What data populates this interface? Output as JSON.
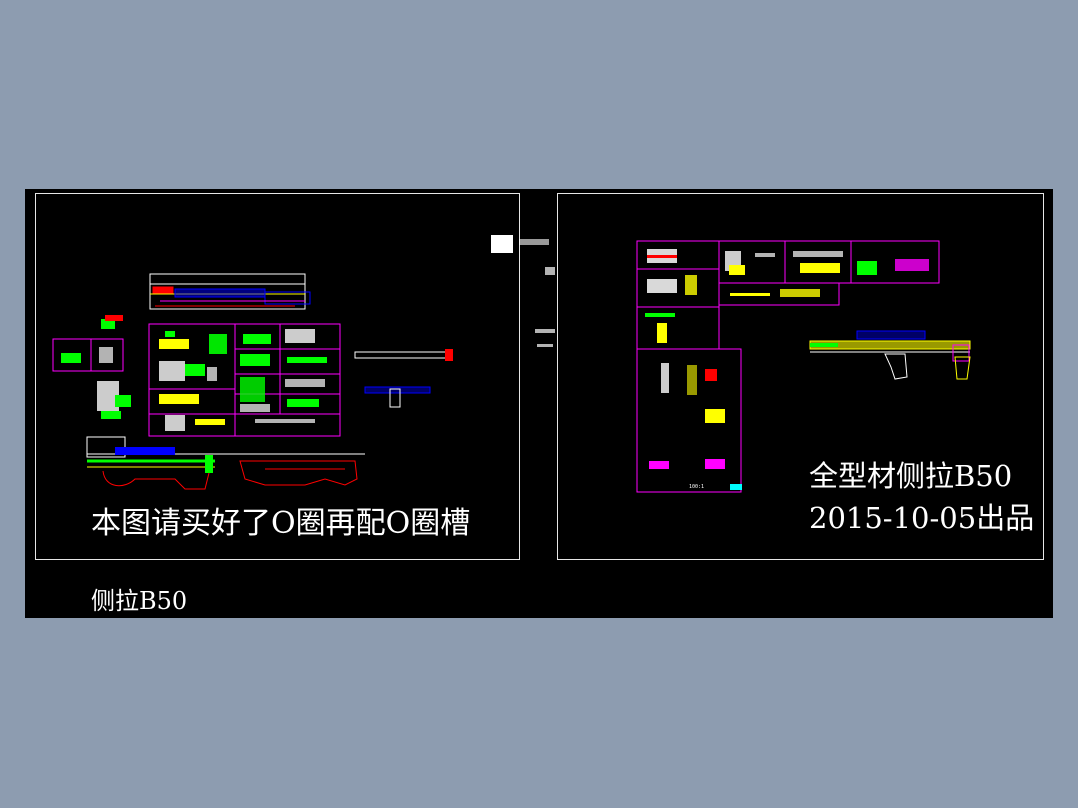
{
  "colors": {
    "background": "#8d9cb0",
    "canvas": "#000000",
    "frame": "#e6e6e6",
    "text": "#ffffff",
    "magenta": "#ff00ff",
    "yellow": "#ffff00",
    "green": "#00ff00",
    "red": "#ff0000",
    "blue": "#0000ff",
    "cyan": "#00ffff"
  },
  "left_sheet": {
    "note": "本图请买好了O圈再配O圈槽"
  },
  "right_sheet": {
    "title": "全型材侧拉B50",
    "date": "2015-10-05出品",
    "scale_label": "100:1"
  },
  "model_space": {
    "label": "侧拉B50"
  }
}
